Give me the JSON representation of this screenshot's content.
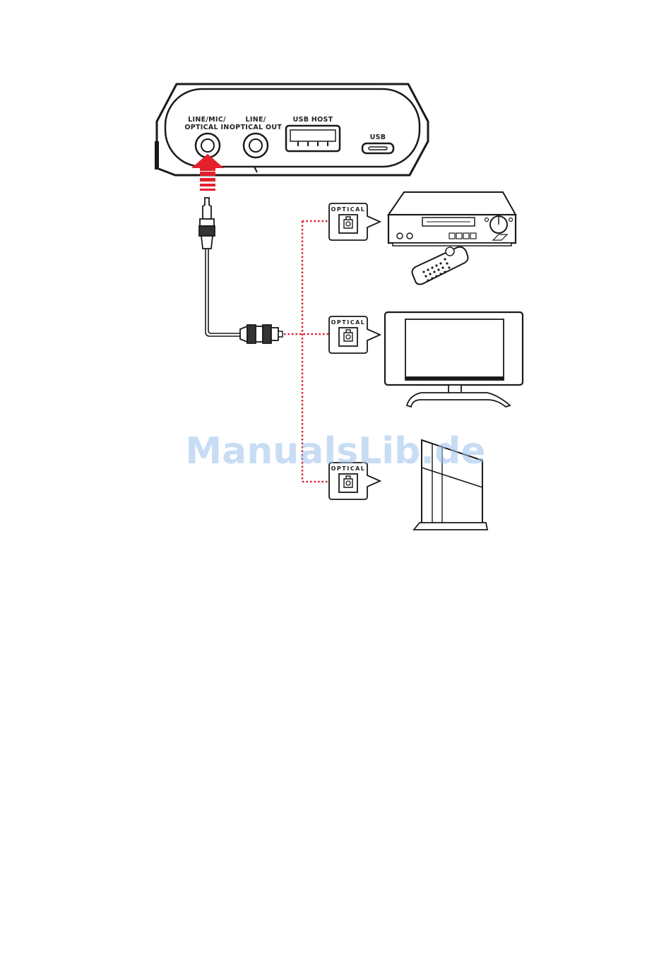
{
  "device": {
    "port_line_mic_in_1": "LINE/MIC/",
    "port_line_mic_in_2": "OPTICAL IN",
    "port_line_out_1": "LINE/",
    "port_line_out_2": "OPTICAL OUT",
    "port_usb_host": "USB HOST",
    "port_usb": "USB"
  },
  "sources": [
    {
      "label": "OPTICAL",
      "device": "vcr-player"
    },
    {
      "label": "OPTICAL",
      "device": "television"
    },
    {
      "label": "OPTICAL",
      "device": "game-console"
    }
  ],
  "watermark": "ManualsLib.de",
  "colors": {
    "outline": "#1a1a1a",
    "arrow": "#e3202b",
    "dotted_line": "#d9232e",
    "watermark": "#9cc3ec"
  }
}
